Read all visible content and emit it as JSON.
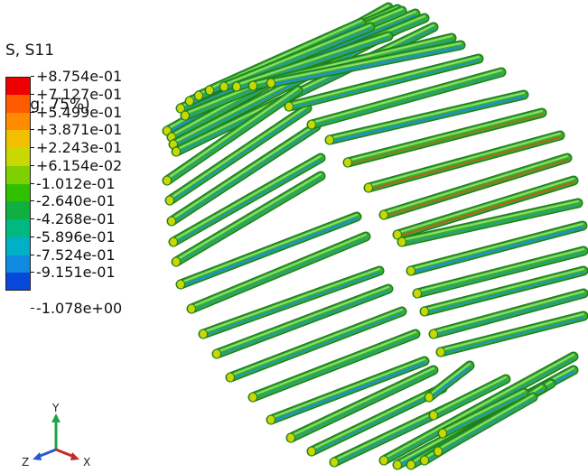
{
  "legend": {
    "title_line1": "S, S11",
    "title_line2": "(Avg: 75%)",
    "entries": [
      {
        "label": "+8.754e-01",
        "color": "#ee0000"
      },
      {
        "label": "+7.127e-01",
        "color": "#ff5a00"
      },
      {
        "label": "+5.499e-01",
        "color": "#ff8c00"
      },
      {
        "label": "+3.871e-01",
        "color": "#f2c000"
      },
      {
        "label": "+2.243e-01",
        "color": "#c8d800"
      },
      {
        "label": "+6.154e-02",
        "color": "#7fd000"
      },
      {
        "label": "-1.012e-01",
        "color": "#2fc000"
      },
      {
        "label": "-2.640e-01",
        "color": "#10b040"
      },
      {
        "label": "-4.268e-01",
        "color": "#00b882"
      },
      {
        "label": "-5.896e-01",
        "color": "#00b0c8"
      },
      {
        "label": "-7.524e-01",
        "color": "#0e8ae0"
      },
      {
        "label": "-9.151e-01",
        "color": "#0848d8"
      },
      {
        "label": "-1.078e+00",
        "color": "#0a10c0"
      }
    ]
  },
  "triad": {
    "y_label": "Y",
    "z_label": "Z",
    "x_label": "X",
    "y_color": "#1ea34a",
    "z_color": "#2a56d6",
    "x_color": "#c42a2a"
  },
  "model": {
    "tube_color_main": "#37b02a",
    "tube_color_dark": "#1e7d1e",
    "tube_color_light": "#8ee06a",
    "tube_color_blue": "#1b8fd8",
    "tube_color_red": "#d0501e"
  }
}
